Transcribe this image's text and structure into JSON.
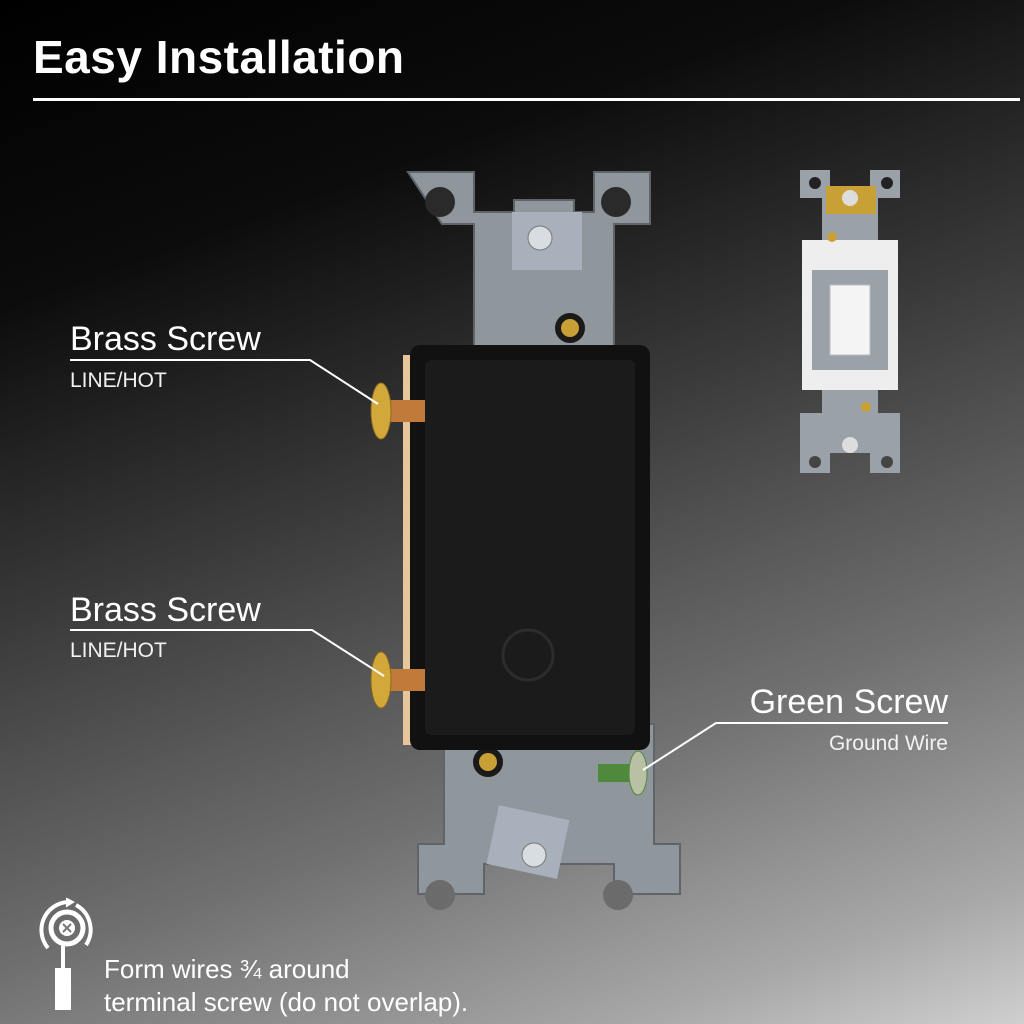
{
  "header": {
    "title": "Easy Installation"
  },
  "callouts": [
    {
      "label": "Brass Screw",
      "sublabel": "LINE/HOT"
    },
    {
      "label": "Brass Screw",
      "sublabel": "LINE/HOT"
    },
    {
      "label": "Green Screw",
      "sublabel": "Ground Wire"
    }
  ],
  "tip": {
    "icon": "wire-loop-around-screw-icon",
    "line1": "Form wires ¾ around",
    "line2": "terminal screw (do not overlap)."
  },
  "colors": {
    "brass": "#c9a035",
    "green_screw": "#4f8a3c",
    "switch_body": "#111111"
  }
}
